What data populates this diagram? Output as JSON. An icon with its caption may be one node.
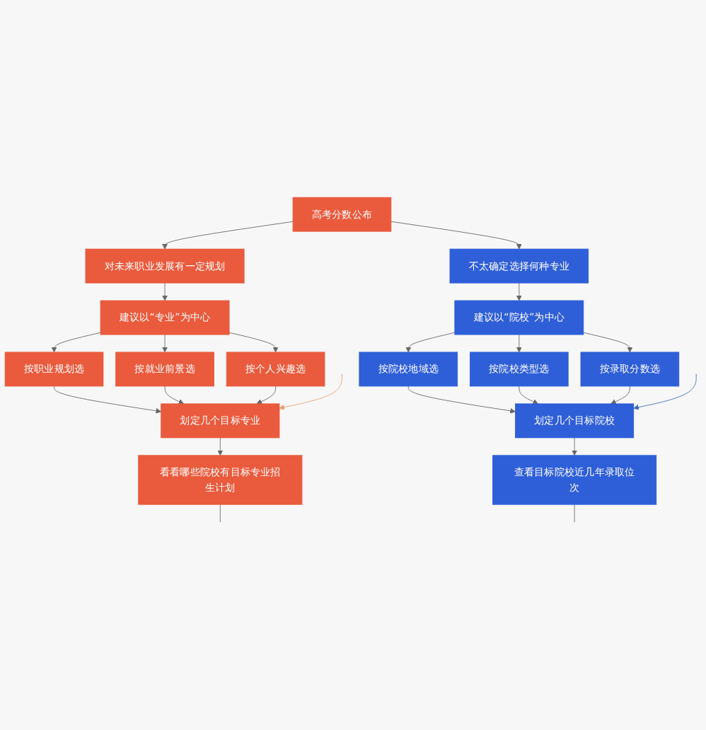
{
  "diagram": {
    "nodes": [
      {
        "text": [
          "高考分数公布"
        ]
      },
      {
        "text": [
          "对未来职业发展有一定规划"
        ]
      },
      {
        "text": [
          "不太确定选择何种专业"
        ]
      },
      {
        "text": [
          "建议以“专业”为中心"
        ]
      },
      {
        "text": [
          "按职业规划选"
        ]
      },
      {
        "text": [
          "按就业前景选"
        ]
      },
      {
        "text": [
          "按个人兴趣选"
        ]
      },
      {
        "text": [
          "建议以“院校”为中心"
        ]
      },
      {
        "text": [
          "按院校地域选"
        ]
      },
      {
        "text": [
          "按院校类型选"
        ]
      },
      {
        "text": [
          "按录取分数选"
        ]
      },
      {
        "text": [
          "划定几个目标专业"
        ]
      },
      {
        "text": [
          "看看哪些院校有目标专业招生计划"
        ]
      },
      {
        "text": [
          "划定几个目标院校"
        ]
      },
      {
        "text": [
          "查看目标院校近几年录取位次"
        ]
      }
    ],
    "edges": [
      {
        "from": 0,
        "to": 1,
        "arrow": "to"
      },
      {
        "from": 0,
        "to": 2,
        "arrow": "to"
      },
      {
        "from": 1,
        "to": 3,
        "arrow": "to"
      },
      {
        "from": 2,
        "to": 7,
        "arrow": "to"
      },
      {
        "from": 3,
        "to": 4,
        "arrow": "to"
      },
      {
        "from": 3,
        "to": 5,
        "arrow": "to"
      },
      {
        "from": 3,
        "to": 6,
        "arrow": "to"
      },
      {
        "from": 7,
        "to": 8,
        "arrow": "to"
      },
      {
        "from": 7,
        "to": 9,
        "arrow": "to"
      },
      {
        "from": 7,
        "to": 10,
        "arrow": "to"
      },
      {
        "from": 4,
        "to": 11,
        "arrow": "to"
      },
      {
        "from": 5,
        "to": 11,
        "arrow": "to"
      },
      {
        "from": 6,
        "to": 11,
        "arrow": "to"
      },
      {
        "from": 8,
        "to": 13,
        "arrow": "to"
      },
      {
        "from": 9,
        "to": 13,
        "arrow": "to"
      },
      {
        "from": 10,
        "to": 13,
        "arrow": "to"
      },
      {
        "from": 11,
        "to": 12,
        "arrow": "to"
      },
      {
        "from": 13,
        "to": 14,
        "arrow": "to"
      },
      {
        "from": 12,
        "to": null,
        "arrow": "none"
      },
      {
        "from": null,
        "to": 11,
        "arrow": "to",
        "color": "#e8a070"
      },
      {
        "from": 14,
        "to": null,
        "arrow": "none"
      },
      {
        "from": null,
        "to": 13,
        "arrow": "to",
        "color": "#3f6fb0"
      }
    ]
  }
}
